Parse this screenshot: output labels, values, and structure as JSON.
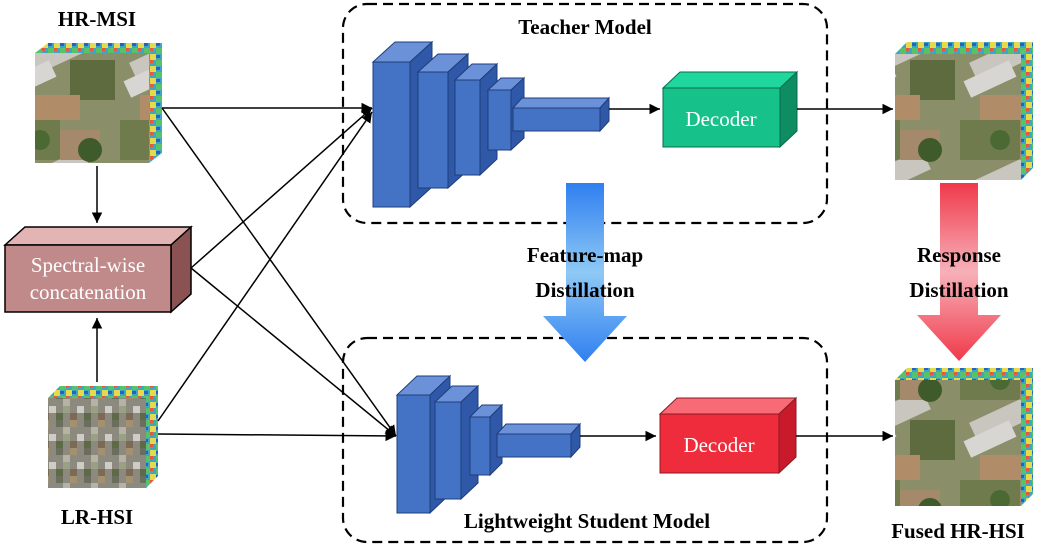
{
  "inputs": {
    "hr_msi": "HR-MSI",
    "lr_hsi": "LR-HSI"
  },
  "concat_box": {
    "line1": "Spectral-wise",
    "line2": "concatenation"
  },
  "teacher": {
    "title": "Teacher Model",
    "decoder": "Decoder"
  },
  "student": {
    "title": "Lightweight Student Model",
    "decoder": "Decoder"
  },
  "feature_distillation": {
    "line1": "Feature-map",
    "line2": "Distillation"
  },
  "response_distillation": {
    "line1": "Response",
    "line2": "Distillation"
  },
  "output": "Fused HR-HSI",
  "colors": {
    "encoder_blue": "#4472c4",
    "teacher_decoder": "#17c28a",
    "student_decoder": "#ee2c3c",
    "concat_box": "#c08a8a",
    "feature_arrow": "#4a90e2",
    "response_arrow": "#f0404f"
  },
  "icons": {
    "hr_msi": "rgb-image-cube-icon",
    "lr_hsi": "pixelated-hyperspectral-cube-icon",
    "output": "hyperspectral-cube-icon"
  }
}
